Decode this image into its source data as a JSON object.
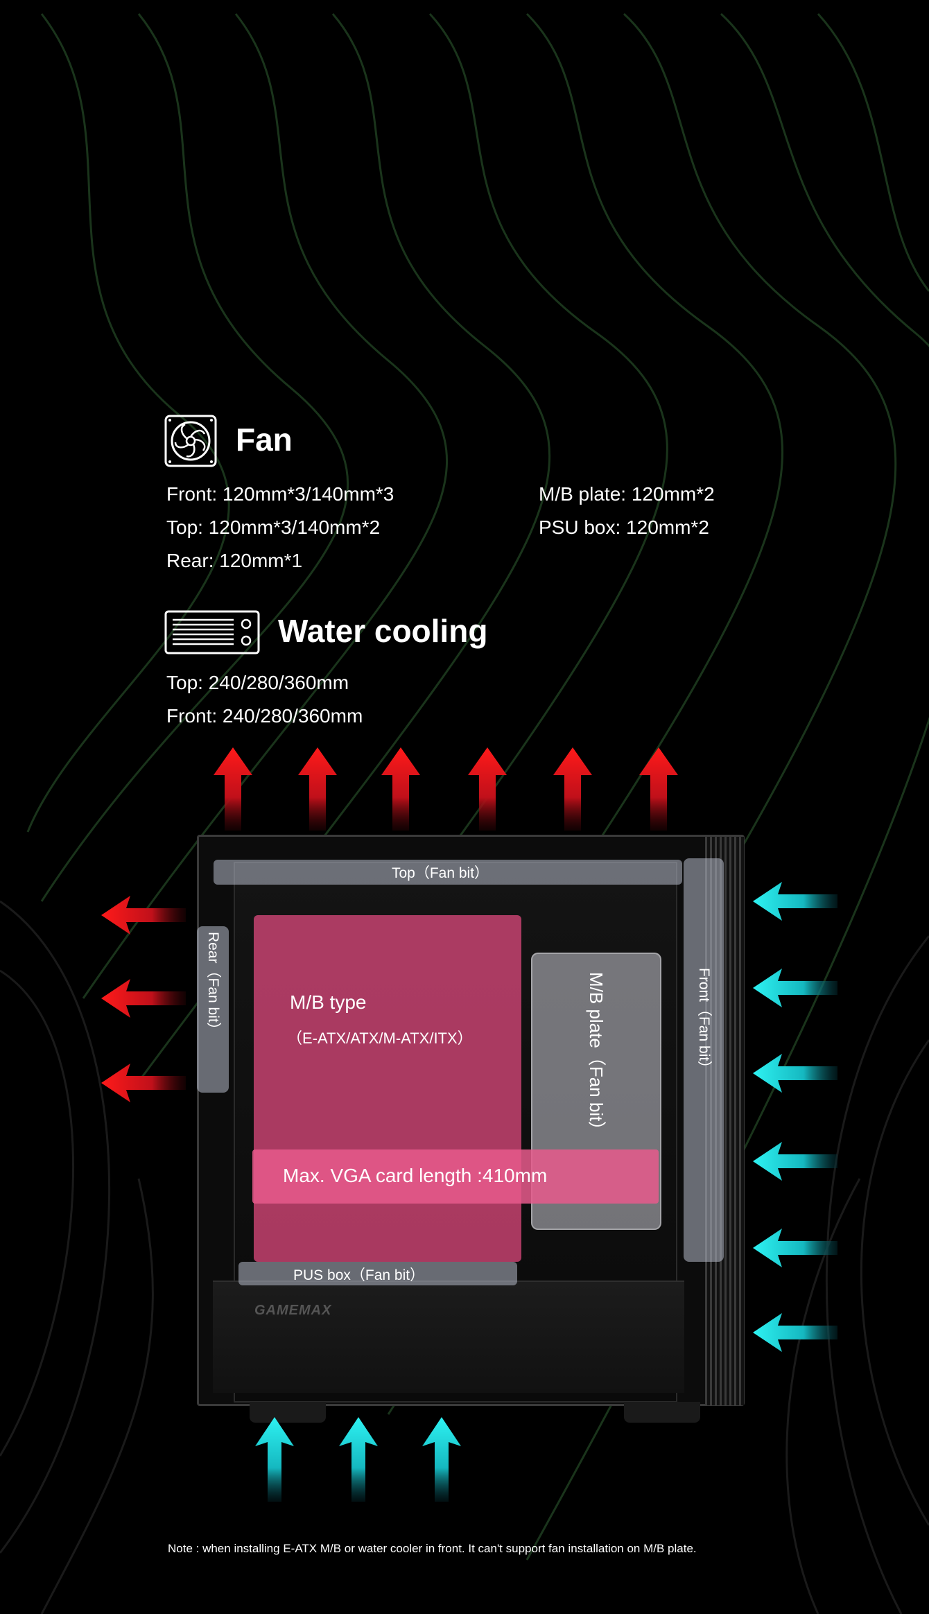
{
  "fan": {
    "title": "Fan",
    "icon": "fan-icon",
    "specs_left": [
      "Front: 120mm*3/140mm*3",
      "Top: 120mm*3/140mm*2",
      "Rear: 120mm*1"
    ],
    "specs_right": [
      "M/B plate: 120mm*2",
      "PSU box: 120mm*2"
    ]
  },
  "water_cooling": {
    "title": "Water cooling",
    "icon": "radiator-icon",
    "specs": [
      "Top: 240/280/360mm",
      "Front: 240/280/360mm"
    ]
  },
  "diagram": {
    "top_label": "Top（Fan bit）",
    "rear_label": "Rear（Fan bit）",
    "front_label": "Front（Fan bit）",
    "plate_label": "M/B plate（Fan bit）",
    "psu_label": "PUS box（Fan bit）",
    "mb_title": "M/B type",
    "mb_sub": "（E-ATX/ATX/M-ATX/ITX）",
    "vga_label": "Max. VGA card length :410mm",
    "brand_mark": "GAMEMAX",
    "colors": {
      "exhaust_arrow": "#e0141c",
      "intake_arrow": "#1fd6d6",
      "mb_highlight": "#d64678",
      "vga_highlight": "#e85a8c",
      "fan_bit_bar": "#b4b9c8"
    }
  },
  "note": "Note : when installing E-ATX M/B or water cooler in front. It can't support fan installation on M/B plate."
}
